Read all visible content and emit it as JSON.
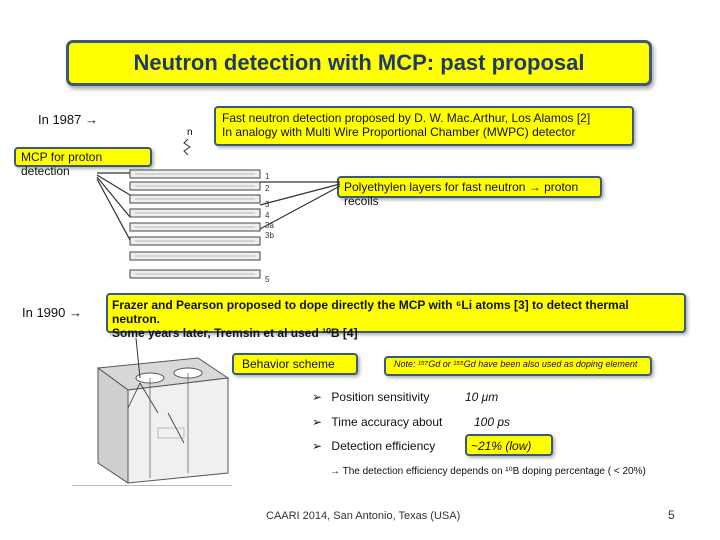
{
  "title": "Neutron detection with MCP: past proposal",
  "in1987": {
    "label": "In 1987 →"
  },
  "arthur_box": {
    "line1": "Fast neutron detection proposed by D. W. Mac.Arthur, Los Alamos [2]",
    "line2": "In analogy with Multi Wire Proportional Chamber (MWPC) detector"
  },
  "mcp_label": "MCP for proton detection",
  "poly_label": "Polyethylen layers for fast neutron → proton recoils",
  "diagram_labels": [
    "n",
    "1",
    "2",
    "3",
    "4",
    "3a",
    "3b",
    "5"
  ],
  "in1990": {
    "label": "In 1990 →"
  },
  "frazer_box": {
    "line1": "Frazer and Pearson proposed to dope directly the MCP with ⁶Li atoms [3] to detect thermal neutron.",
    "line2": "Some years later, Tremsin et al used ¹⁰B [4]"
  },
  "behavior_label": "Behavior scheme",
  "note_label": "Note: ¹⁵⁷Gd or ¹⁵⁵Gd have been also used as doping element",
  "properties": [
    {
      "name": "Position sensitivity",
      "value": "10 μm"
    },
    {
      "name": "Time accuracy about",
      "value": "100 ps"
    },
    {
      "name": "Detection efficiency",
      "value": "~21%  (low)"
    }
  ],
  "efficiency_note": "→ The detection efficiency depends on ¹⁰B doping percentage ( < 20%)",
  "footer": "CAARI 2014, San Antonio, Texas (USA)",
  "page_number": "5",
  "colors": {
    "highlight": "#ffff00",
    "title_text": "#1f3a6a",
    "box_border": "#3a5a7a"
  }
}
